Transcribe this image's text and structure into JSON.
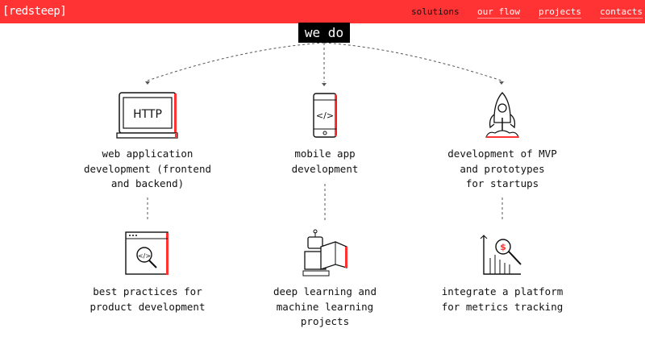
{
  "nav": {
    "logo": "[redsteep]",
    "items": [
      {
        "label": "solutions",
        "active": true
      },
      {
        "label": "our flow"
      },
      {
        "label": "projects"
      },
      {
        "label": "contacts"
      }
    ]
  },
  "accent": "#ff3333",
  "heading": "we do",
  "services": [
    {
      "label": "web application\ndevelopment (frontend\nand backend)",
      "icon": "laptop-http-icon",
      "icon_text": "HTTP"
    },
    {
      "label": "mobile app\ndevelopment",
      "icon": "smartphone-code-icon",
      "icon_text": "</>"
    },
    {
      "label": "development of MVP\nand prototypes\nfor startups",
      "icon": "rocket-icon"
    },
    {
      "label": "best practices for\nproduct development",
      "icon": "browser-code-search-icon"
    },
    {
      "label": "deep learning and\nmachine learning\nprojects",
      "icon": "robot-reading-icon"
    },
    {
      "label": "integrate a platform\nfor metrics tracking",
      "icon": "chart-dollar-search-icon"
    }
  ]
}
